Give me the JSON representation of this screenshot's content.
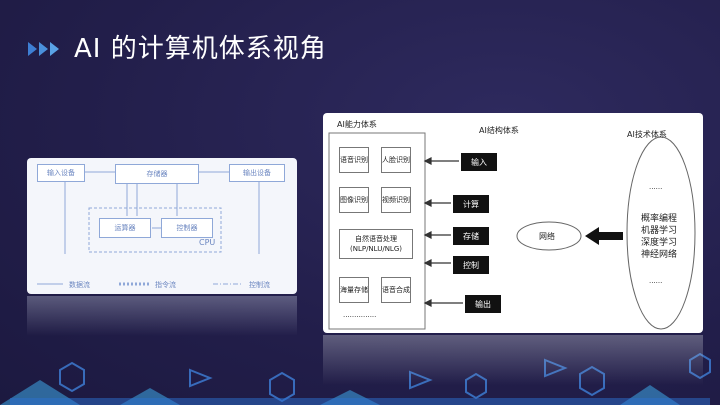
{
  "title": "AI 的计算机体系视角",
  "left_diagram": {
    "input": "输入设备",
    "memory": "存储器",
    "output": "输出设备",
    "alu": "运算器",
    "controller": "控制器",
    "cpu": "CPU",
    "legend": [
      "数据流",
      "指令流",
      "控制流"
    ]
  },
  "right_diagram": {
    "ability_title": "AI能力体系",
    "structure_title": "AI结构体系",
    "tech_title": "AI技术体系",
    "abilities": [
      "语音识别",
      "人脸识别",
      "图像识别",
      "视频识别",
      "自然语音处理",
      "(NLP/NLU/NLG)",
      "海量存储",
      "语音合成",
      "..............."
    ],
    "structures": [
      "输入",
      "计算",
      "存储",
      "控制",
      "输出"
    ],
    "network": "网络",
    "tech_dots_top": "......",
    "techs": [
      "概率编程",
      "机器学习",
      "深度学习",
      "神经网络"
    ],
    "tech_dots_bottom": "......"
  }
}
